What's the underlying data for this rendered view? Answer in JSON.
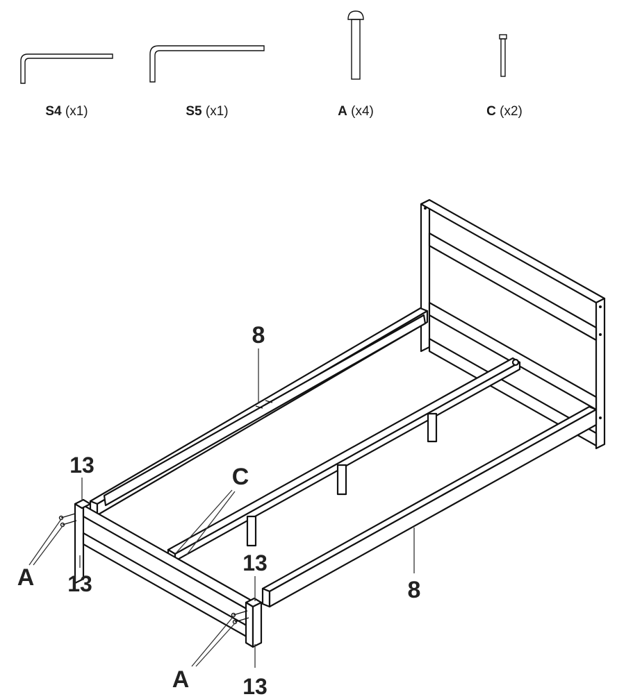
{
  "parts": [
    {
      "code": "S4",
      "qty": "(x1)",
      "icon": "allen-key-short-icon"
    },
    {
      "code": "S5",
      "qty": "(x1)",
      "icon": "allen-key-long-icon"
    },
    {
      "code": "A",
      "qty": "(x4)",
      "icon": "long-bolt-icon"
    },
    {
      "code": "C",
      "qty": "(x2)",
      "icon": "short-bolt-icon"
    }
  ],
  "callouts": {
    "side_rail_back": "8",
    "side_rail_front": "8",
    "footboard_top_left": "13",
    "footboard_bottom_left": "13",
    "footboard_top_right": "13",
    "footboard_bottom_right": "13",
    "bolts_left": "A",
    "bolts_right": "A",
    "center_bolts": "C"
  }
}
